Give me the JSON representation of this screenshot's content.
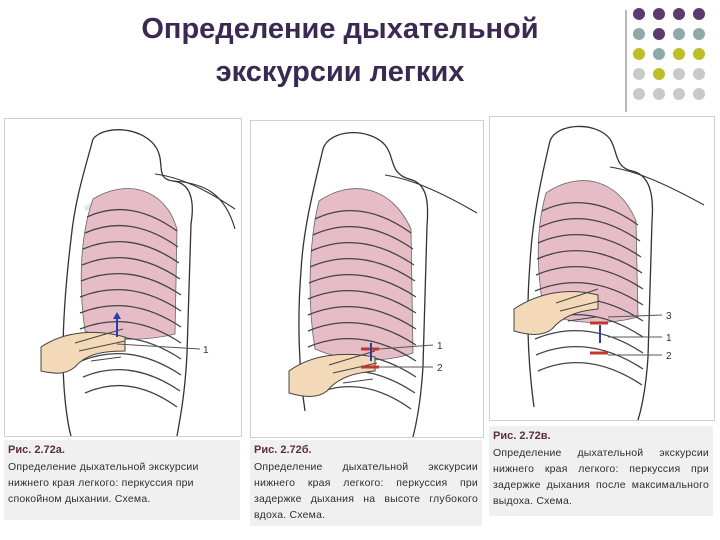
{
  "title": {
    "line1": "Определение дыхательной",
    "line2": "экскурсии легких"
  },
  "palette": {
    "purple": "#5b3a6e",
    "teal": "#8fa9a9",
    "olive": "#bdbf2a",
    "gray": "#c9c9c9"
  },
  "figures": [
    {
      "caption_title": "Рис. 2.72а.",
      "caption_text": "Определение дыхательной экскурсии нижнего края легкого: перкуссия при спокойном дыхании. Схема.",
      "markers": [
        {
          "label": "1"
        }
      ]
    },
    {
      "caption_title": "Рис. 2.72б.",
      "caption_text": "Определение дыхательной экскурсии нижнего края легкого: перкуссия при задержке дыхания на высоте глубокого вдоха. Схема.",
      "markers": [
        {
          "label": "1"
        },
        {
          "label": "2"
        }
      ]
    },
    {
      "caption_title": "Рис. 2.72в.",
      "caption_text": "Определение дыхательной экскурсии нижнего края легкого: перкуссия при задержке дыхания после максимального выдоха. Схема.",
      "markers": [
        {
          "label": "3"
        },
        {
          "label": "1"
        },
        {
          "label": "2"
        }
      ]
    }
  ]
}
